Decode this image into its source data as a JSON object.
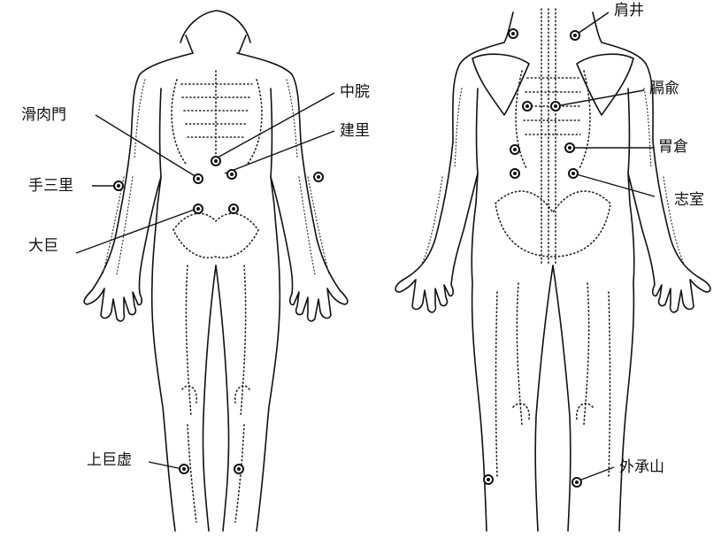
{
  "labels": {
    "katsunikumon": "滑肉門",
    "chukan": "中脘",
    "kenri": "建里",
    "tesanri": "手三里",
    "taiko": "大巨",
    "jokokyo": "上巨虚",
    "kensei": "肩井",
    "kakuyu": "膈兪",
    "isou": "胃倉",
    "shishitsu": "志室",
    "gaishozan": "外承山"
  }
}
